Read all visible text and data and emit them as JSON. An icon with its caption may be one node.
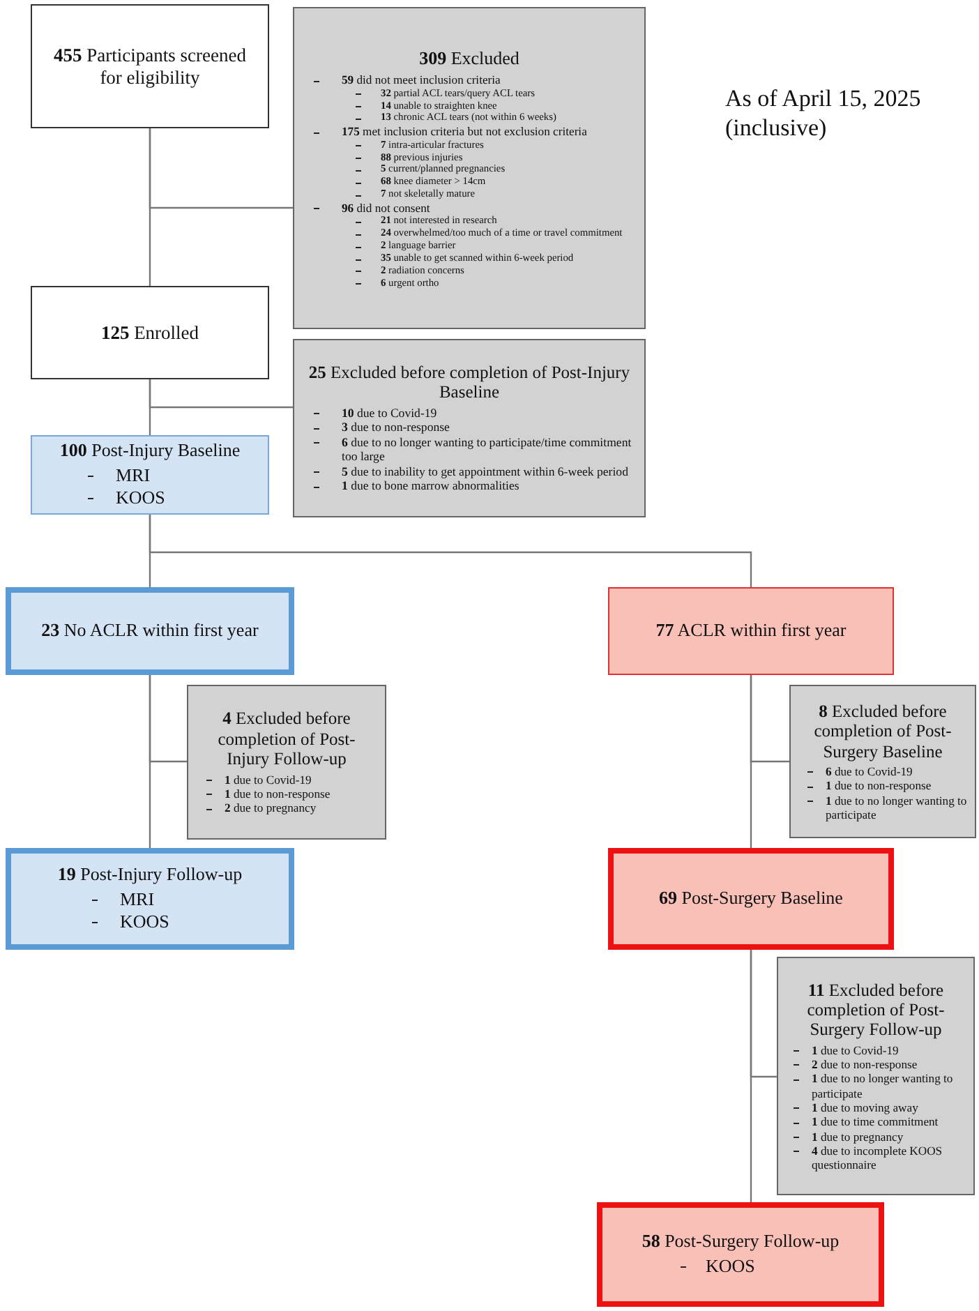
{
  "diagram": {
    "nodes": [
      {
        "text": [
          "**455** Participants screened for eligibility"
        ]
      },
      {
        "text": [
          "**309** Excluded",
          "**59** did not meet inclusion criteria",
          "**32** partial ACL tears/query ACL tears",
          "**14** unable to straighten knee",
          "**13** chronic ACL tears (not within 6 weeks)",
          "**175** met inclusion criteria but not exclusion criteria",
          "**7** intra-articular fractures",
          "**88** previous injuries",
          "**5** current/planned pregnancies",
          "**68** knee diameter > 14cm",
          "**7** not skeletally mature",
          "**96** did not consent",
          "**21** not interested in research",
          "**24** overwhelmed/too much of a time or travel commitment",
          "**2** language barrier",
          "**35** unable to get scanned within 6-week period",
          "**2** radiation concerns",
          "**6** urgent ortho"
        ]
      },
      {
        "text": [
          "**125** Enrolled"
        ]
      },
      {
        "text": [
          "**25** Excluded before completion of Post-Injury Baseline",
          "**10** due to Covid-19",
          "**3** due to non-response",
          "**6** due to no longer wanting to participate/time commitment too large",
          "**5** due to inability to get appointment within 6-week period",
          "**1** due to bone marrow abnormalities"
        ]
      },
      {
        "text": [
          "**100** Post-Injury Baseline",
          "MRI",
          "KOOS"
        ]
      },
      {
        "text": [
          "**23** No ACLR within first year"
        ]
      },
      {
        "text": [
          "**77** ACLR within first year"
        ]
      },
      {
        "text": [
          "**4** Excluded before completion of Post-Injury Follow-up",
          "**1** due to Covid-19",
          "**1** due to non-response",
          "**2** due to pregnancy"
        ]
      },
      {
        "text": [
          "**8** Excluded before completion of Post-Surgery Baseline",
          "**6** due to Covid-19",
          "**1** due to non-response",
          "**1** due to no longer wanting to participate"
        ]
      },
      {
        "text": [
          "**19** Post-Injury Follow-up",
          "MRI",
          "KOOS"
        ]
      },
      {
        "text": [
          "**69** Post-Surgery Baseline"
        ]
      },
      {
        "text": [
          "**11** Excluded before completion of Post-Surgery Follow-up",
          "**1** due to Covid-19",
          "**2** due to non-response",
          "**1** due to no longer wanting to participate",
          "**1** due to moving away",
          "**1** due to time commitment",
          "**1** due to pregnancy",
          "**4** due to incomplete KOOS questionnaire"
        ]
      },
      {
        "text": [
          "**58** Post-Surgery Follow-up",
          "KOOS"
        ]
      }
    ],
    "edges": [
      {
        "from": 0,
        "to": 2,
        "arrow": "none"
      },
      {
        "from": 0,
        "to": 1,
        "arrow": "none"
      },
      {
        "from": 2,
        "to": 4,
        "arrow": "none"
      },
      {
        "from": 2,
        "to": 3,
        "arrow": "none"
      },
      {
        "from": 4,
        "to": 5,
        "arrow": "none"
      },
      {
        "from": 4,
        "to": 6,
        "arrow": "none"
      },
      {
        "from": 5,
        "to": 9,
        "arrow": "none"
      },
      {
        "from": 5,
        "to": 7,
        "arrow": "none"
      },
      {
        "from": 6,
        "to": 10,
        "arrow": "none"
      },
      {
        "from": 6,
        "to": 8,
        "arrow": "none"
      },
      {
        "from": 10,
        "to": 12,
        "arrow": "none"
      },
      {
        "from": 10,
        "to": 11,
        "arrow": "none"
      }
    ],
    "labels": [
      "As of April 15, 2025 (inclusive)"
    ]
  }
}
